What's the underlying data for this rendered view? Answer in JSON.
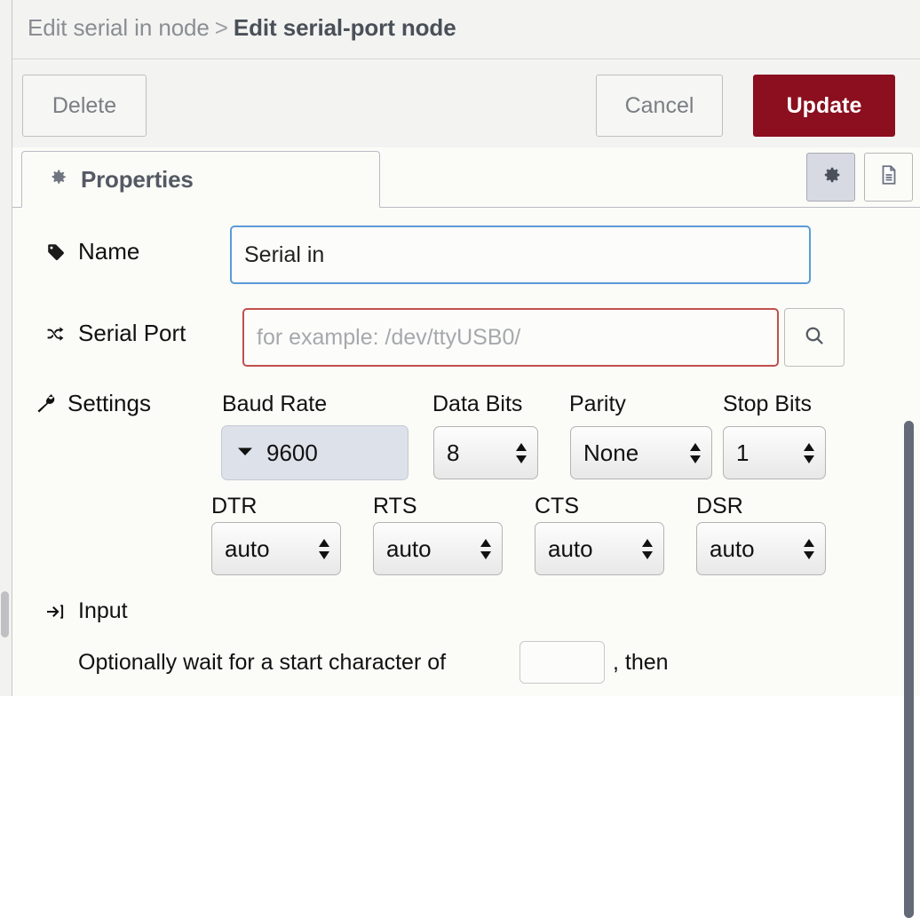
{
  "header": {
    "breadcrumb_prev": "Edit serial in node",
    "breadcrumb_sep": ">",
    "breadcrumb_current": "Edit serial-port node"
  },
  "actions": {
    "delete_label": "Delete",
    "cancel_label": "Cancel",
    "update_label": "Update",
    "update_color": "#8b0f1e"
  },
  "tabs": {
    "properties_label": "Properties",
    "properties_icon": "gear-icon",
    "tools": [
      {
        "icon": "gear-icon",
        "active": true
      },
      {
        "icon": "document-icon",
        "active": false
      }
    ]
  },
  "form": {
    "name": {
      "label": "Name",
      "icon": "tag-icon",
      "value": "Serial in",
      "placeholder": "Name"
    },
    "serial_port": {
      "label": "Serial Port",
      "icon": "shuffle-icon",
      "value": "",
      "placeholder": "for example: /dev/ttyUSB0/",
      "search_icon": "search-icon",
      "state": "error"
    },
    "settings": {
      "label": "Settings",
      "icon": "wrench-icon",
      "baud_rate": {
        "label": "Baud Rate",
        "value": "9600"
      },
      "data_bits": {
        "label": "Data Bits",
        "value": "8"
      },
      "parity": {
        "label": "Parity",
        "value": "None"
      },
      "stop_bits": {
        "label": "Stop Bits",
        "value": "1"
      },
      "dtr": {
        "label": "DTR",
        "value": "auto"
      },
      "rts": {
        "label": "RTS",
        "value": "auto"
      },
      "cts": {
        "label": "CTS",
        "value": "auto"
      },
      "dsr": {
        "label": "DSR",
        "value": "auto"
      }
    },
    "input_section": {
      "label": "Input",
      "icon": "sign-in-icon",
      "text_before": "Optionally wait for a start character of",
      "start_char_value": "",
      "text_after": ", then"
    }
  }
}
